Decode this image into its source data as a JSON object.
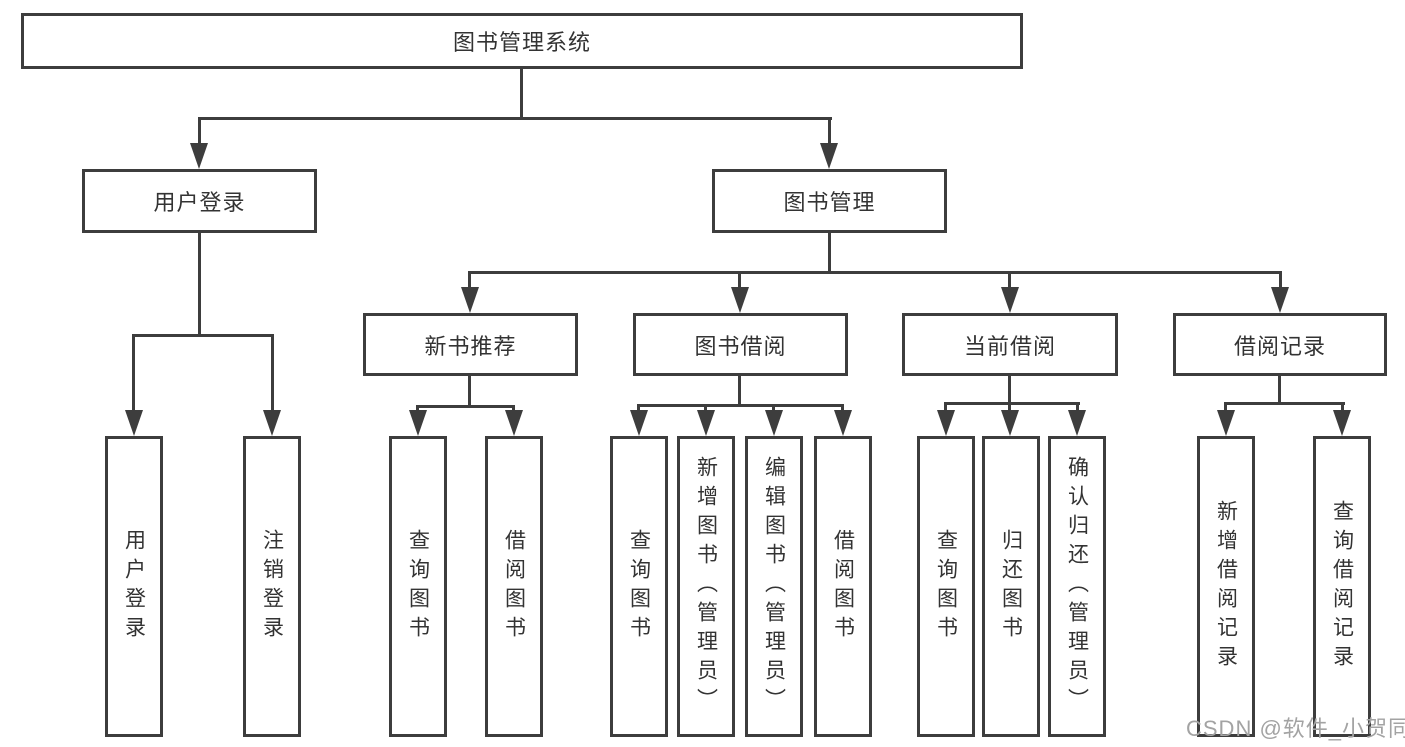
{
  "diagram": {
    "root": "图书管理系统",
    "level2": {
      "user_login": "用户登录",
      "book_mgmt": "图书管理"
    },
    "level3": {
      "new_books": "新书推荐",
      "book_borrow": "图书借阅",
      "current_borrow": "当前借阅",
      "borrow_records": "借阅记录"
    },
    "leaves": {
      "user": [
        "用户登录",
        "注销登录"
      ],
      "new_books": [
        "查询图书",
        "借阅图书"
      ],
      "book_borrow": [
        "查询图书",
        "新增图书（管理员）",
        "编辑图书（管理员）",
        "借阅图书"
      ],
      "current_borrow": [
        "查询图书",
        "归还图书",
        "确认归还（管理员）"
      ],
      "borrow_records": [
        "新增借阅记录",
        "查询借阅记录"
      ]
    }
  },
  "watermark": "CSDN @软件_小贺同学",
  "colors": {
    "line": "#3d3d3d",
    "text": "#333333",
    "watermark": "#a3a3a3",
    "background": "#ffffff"
  }
}
